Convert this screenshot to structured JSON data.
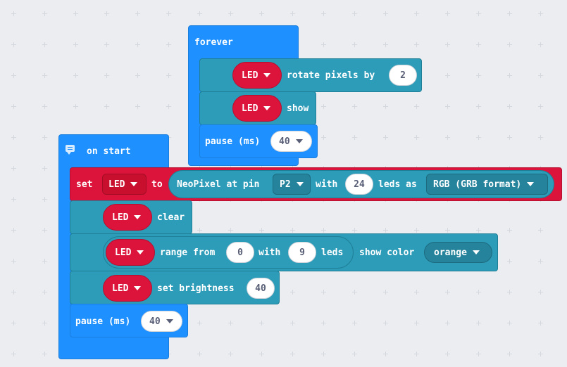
{
  "forever_block": {
    "label": "forever",
    "rotate": {
      "strip": "LED",
      "text": "rotate pixels by",
      "amount": "2"
    },
    "show": {
      "strip": "LED",
      "text": "show"
    },
    "pause": {
      "text": "pause (ms)",
      "value": "40"
    }
  },
  "on_start_block": {
    "label": "on start",
    "set": {
      "keyword": "set",
      "variable": "LED",
      "to": "to",
      "neopixel_text": "NeoPixel at pin",
      "pin": "P2",
      "with": "with",
      "leds_count": "24",
      "leds_as": "leds as",
      "format": "RGB (GRB format)"
    },
    "clear": {
      "strip": "LED",
      "text": "clear"
    },
    "range": {
      "strip": "LED",
      "range_from": "range from",
      "from": "0",
      "with": "with",
      "count": "9",
      "leds": "leds",
      "show_color": "show color",
      "color": "orange"
    },
    "brightness": {
      "strip": "LED",
      "text": "set brightness",
      "value": "40"
    },
    "pause": {
      "text": "pause (ms)",
      "value": "40"
    }
  },
  "colors": {
    "basic": "#1e90ff",
    "neopixel": "#2d9cb8",
    "variable": "#dc143c",
    "workspace": "#ecedf1"
  }
}
